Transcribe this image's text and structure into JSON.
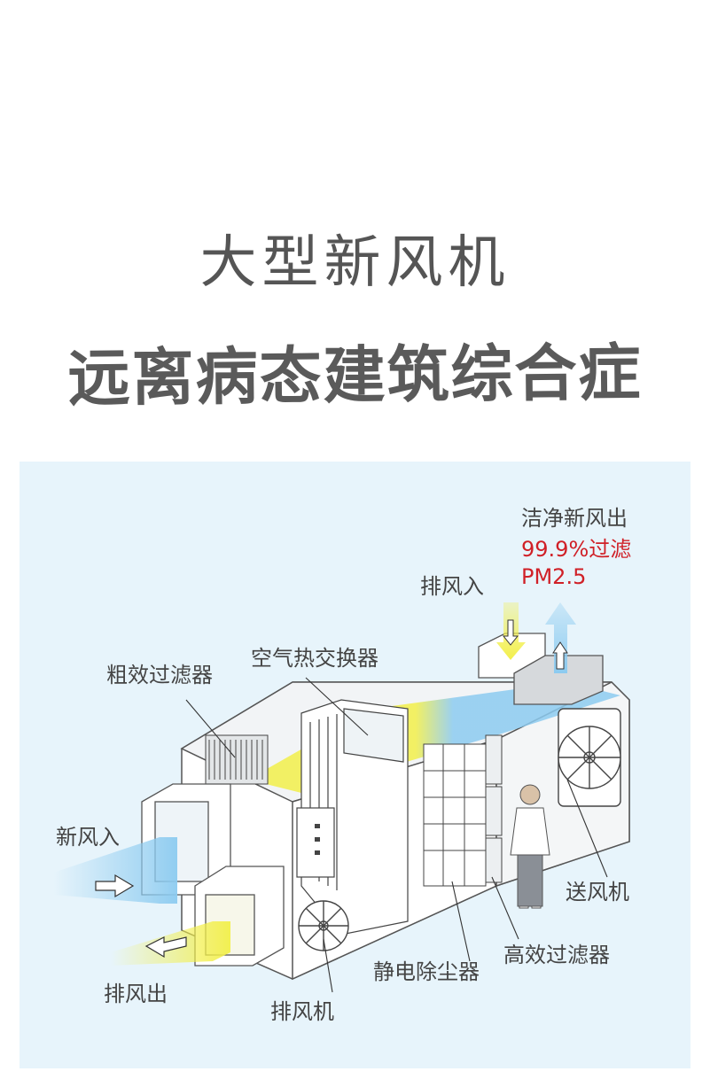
{
  "header": {
    "title": "大型新风机",
    "subtitle": "远离病态建筑综合症"
  },
  "diagram": {
    "labels": {
      "clean_air_out": "洁净新风出",
      "filter_rate": "99.9%过滤",
      "pm25": "PM2.5",
      "exhaust_in": "排风入",
      "heat_exchanger": "空气热交换器",
      "coarse_filter": "粗效过滤器",
      "fresh_air_in": "新风入",
      "supply_fan": "送风机",
      "high_efficiency_filter": "高效过滤器",
      "electrostatic_precipitator": "静电除尘器",
      "exhaust_out": "排风出",
      "exhaust_fan": "排风机"
    },
    "colors": {
      "panel_bg": "#e7f4fb",
      "fresh_air_blue": "#8ccbf0",
      "exhaust_yellow": "#f2ef4a",
      "highlight_red": "#d02027",
      "line": "#555555"
    }
  }
}
